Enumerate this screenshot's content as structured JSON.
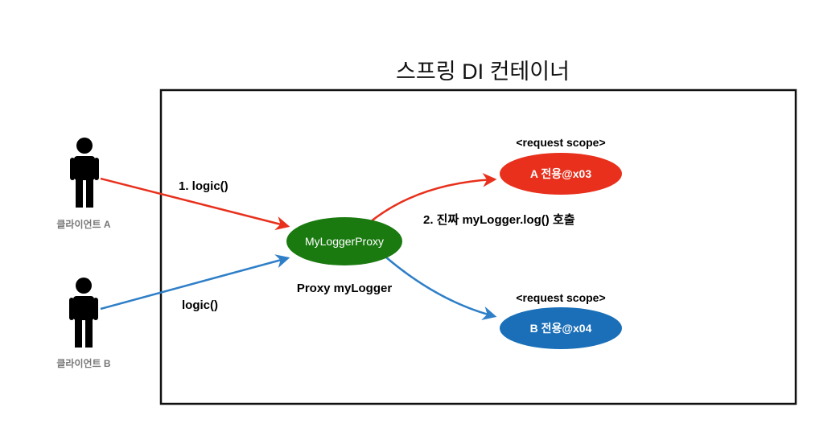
{
  "container": {
    "title": "스프링 DI 컨테이너"
  },
  "clients": [
    {
      "label": "클라이언트 A"
    },
    {
      "label": "클라이언트 B"
    }
  ],
  "proxy": {
    "label": "MyLoggerProxy",
    "caption": "Proxy myLogger",
    "color": "#1a7a10"
  },
  "scope_a": {
    "scope_label": "<request scope>",
    "label": "A 전용@x03",
    "color": "#e8301c"
  },
  "scope_b": {
    "scope_label": "<request scope>",
    "label": "B 전용@x04",
    "color": "#1a6fb8"
  },
  "arrows": {
    "a_call": "1. logic()",
    "b_call": "logic()",
    "real_call": "2. 진짜 myLogger.log() 호출",
    "red": "#e8301c",
    "blue": "#2f7fc8"
  }
}
